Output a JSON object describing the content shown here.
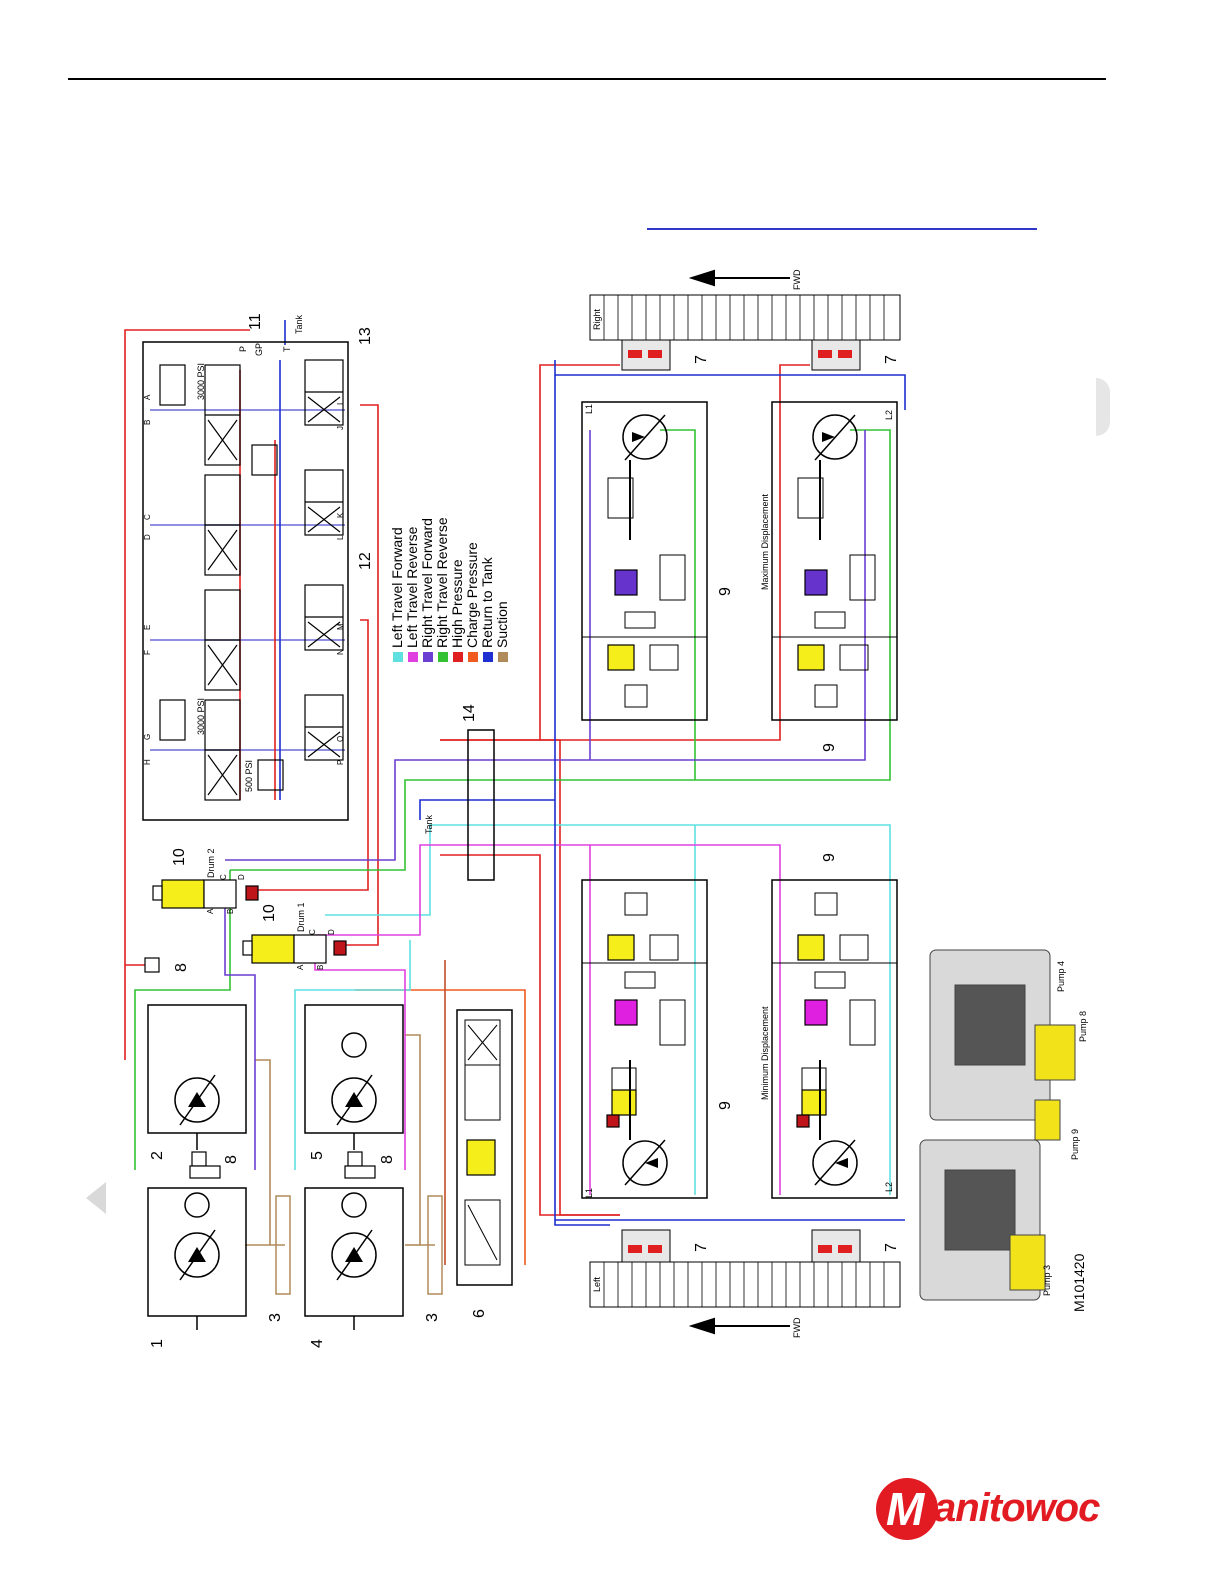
{
  "figure_id": "M101420",
  "brand": {
    "logo_m": "M",
    "logo_rest": "anitowoc",
    "color": "#e21b23"
  },
  "legend": {
    "items": [
      {
        "label": "Left Travel Forward",
        "color": "#5fe0e0"
      },
      {
        "label": "Left Travel Reverse",
        "color": "#e040e0"
      },
      {
        "label": "Right Travel Forward",
        "color": "#6a3fd1"
      },
      {
        "label": "Right Travel Reverse",
        "color": "#33c233"
      },
      {
        "label": "High Pressure",
        "color": "#e02020"
      },
      {
        "label": "Charge Pressure",
        "color": "#f05a1e"
      },
      {
        "label": "Return to Tank",
        "color": "#1d2fd0"
      },
      {
        "label": "Suction",
        "color": "#b08a5a"
      }
    ]
  },
  "callouts": {
    "n1": "1",
    "n2": "2",
    "n3a": "3",
    "n3b": "3",
    "n4": "4",
    "n5": "5",
    "n6": "6",
    "n7a": "7",
    "n7b": "7",
    "n7c": "7",
    "n7d": "7",
    "n8a": "8",
    "n8b": "8",
    "n8c": "8",
    "n9a": "9",
    "n9b": "9",
    "n9c": "9",
    "n9d": "9",
    "n10a": "10",
    "n10b": "10",
    "n11": "11",
    "n12": "12",
    "n13": "13",
    "n14": "14"
  },
  "labels": {
    "fwd_top": "FWD",
    "fwd_bottom": "FWD",
    "right": "Right",
    "left": "Left",
    "drum2": "Drum 2",
    "drum1": "Drum 1",
    "tank_top": "Tank",
    "tank_mid": "Tank",
    "max_disp": "Maximum Displacement",
    "min_disp": "Minimum Displacement",
    "psi_3000a": "3000 PSI",
    "psi_3000b": "3000 PSI",
    "psi_500": "500 PSI",
    "gp": "GP",
    "p": "P",
    "t": "T",
    "l1_top": "L1",
    "l2_top": "L2",
    "l1_bot": "L1",
    "l2_bot": "L2",
    "pump3": "Pump 3",
    "pump9": "Pump 9",
    "pump8": "Pump 8",
    "pump4": "Pump 4",
    "port_a": "A",
    "port_b": "B",
    "port_c": "C",
    "port_d": "D",
    "port_e": "E",
    "port_f": "F",
    "port_g": "G",
    "port_h": "H",
    "port_i": "I",
    "port_j": "J",
    "port_k": "K",
    "port_l": "L",
    "port_m": "M",
    "port_n": "N",
    "port_o": "O",
    "port_p": "P",
    "d2_a": "A",
    "d2_b": "B",
    "d2_c": "C",
    "d2_d": "D",
    "d1_a": "A",
    "d1_b": "B",
    "d1_c": "C",
    "d1_d": "D"
  }
}
